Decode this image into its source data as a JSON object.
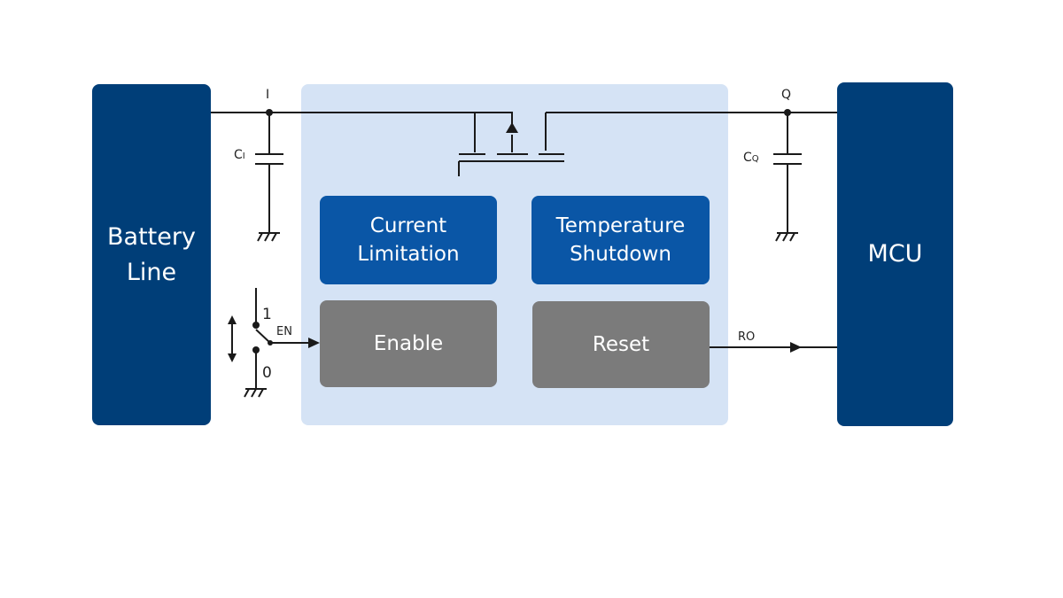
{
  "blocks": {
    "battery_line": {
      "line1": "Battery",
      "line2": "Line"
    },
    "mcu": "MCU",
    "current_limitation": {
      "line1": "Current",
      "line2": "Limitation"
    },
    "temperature_shutdown": {
      "line1": "Temperature",
      "line2": "Shutdown"
    },
    "enable": "Enable",
    "reset": "Reset"
  },
  "pins": {
    "input": "I",
    "output": "Q",
    "enable_signal": "EN",
    "reset_output": "RO"
  },
  "capacitors": {
    "input": {
      "name": "C",
      "sub": "I"
    },
    "output": {
      "name": "C",
      "sub": "Q"
    }
  },
  "switch": {
    "on": "1",
    "off": "0"
  },
  "colors": {
    "dark_blue": "#003e78",
    "blue": "#0a56a6",
    "gray": "#7b7b7b",
    "chip_background": "#d5e3f5",
    "wire": "#1a1a1a"
  }
}
